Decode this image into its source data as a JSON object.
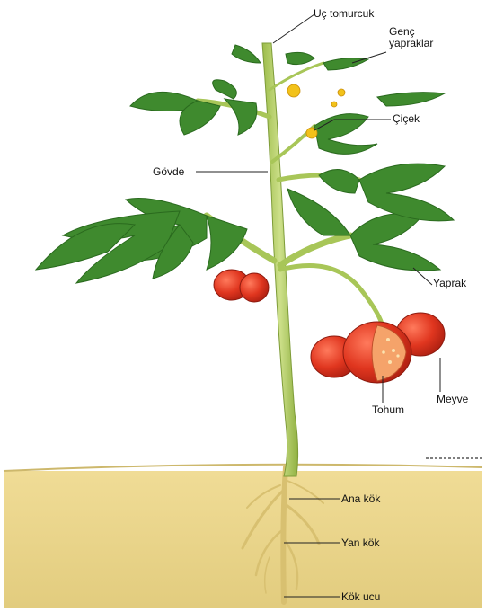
{
  "labels": {
    "uc_tomurcuk": "Uç tomurcuk",
    "genc_yapraklar_1": "Genç",
    "genc_yapraklar_2": "yapraklar",
    "cicek": "Çiçek",
    "govde": "Gövde",
    "yaprak": "Yaprak",
    "tohum": "Tohum",
    "meyve": "Meyve",
    "ana_kok": "Ana kök",
    "yan_kok": "Yan kök",
    "kok_ucu": "Kök ucu"
  },
  "colors": {
    "soil": "#e8d48c",
    "stem": "#b9d46c",
    "leaf": "#3f8a2e",
    "tomato": "#d9321f",
    "flower": "#f2c21a"
  }
}
